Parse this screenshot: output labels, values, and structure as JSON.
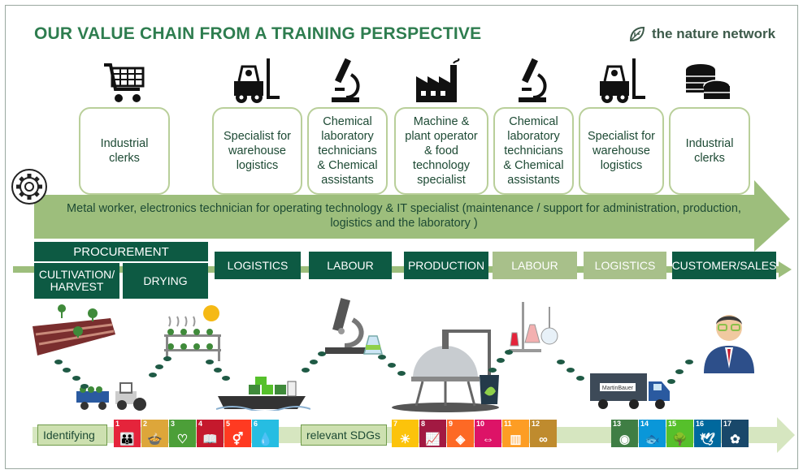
{
  "header": {
    "title": "OUR VALUE CHAIN FROM A TRAINING PERSPECTIVE",
    "brand": "the nature network"
  },
  "roles": [
    {
      "label": "Industrial\nclerks",
      "icon": "shopping-cart-icon"
    },
    {
      "label": "Specialist for\nwarehouse\nlogistics",
      "icon": "forklift-icon"
    },
    {
      "label": "Chemical\nlaboratory\ntechnicians\n& Chemical\nassistants",
      "icon": "microscope-icon"
    },
    {
      "label": "Machine &\nplant operator\n& food\ntechnology\nspecialist",
      "icon": "factory-icon"
    },
    {
      "label": "Chemical\nlaboratory\ntechnicians\n& Chemical\nassistants",
      "icon": "microscope-icon"
    },
    {
      "label": "Specialist for\nwarehouse\nlogistics",
      "icon": "forklift-icon"
    },
    {
      "label": "Industrial\nclerks",
      "icon": "coins-icon"
    }
  ],
  "arrow_text": "Metal worker, electronics technician for operating technology & IT specialist (maintenance / support for administration, production, logistics and the laboratory )",
  "stages": {
    "procurement": "PROCUREMENT",
    "cultivation": "CULTIVATION/\nHARVEST",
    "drying": "DRYING",
    "logistics1": "LOGISTICS",
    "labour1": "LABOUR",
    "production": "PRODUCTION",
    "labour2": "LABOUR",
    "logistics2": "LOGISTICS",
    "customer": "CUSTOMER/SALES"
  },
  "truck_brand": "MartinBauer",
  "sdg_labels": {
    "identifying": "Identifying",
    "relevant": "relevant SDGs"
  },
  "sdgs": [
    {
      "num": "1",
      "color": "#e5243b",
      "glyph": "👪"
    },
    {
      "num": "2",
      "color": "#dda63a",
      "glyph": "🍲"
    },
    {
      "num": "3",
      "color": "#4c9f38",
      "glyph": "♡"
    },
    {
      "num": "4",
      "color": "#c5192d",
      "glyph": "📖"
    },
    {
      "num": "5",
      "color": "#ff3a21",
      "glyph": "⚥"
    },
    {
      "num": "6",
      "color": "#26bde2",
      "glyph": "💧"
    },
    {
      "num": "7",
      "color": "#fcc30b",
      "glyph": "☀"
    },
    {
      "num": "8",
      "color": "#a21942",
      "glyph": "📈"
    },
    {
      "num": "9",
      "color": "#fd6925",
      "glyph": "◈"
    },
    {
      "num": "10",
      "color": "#dd1367",
      "glyph": "⇔"
    },
    {
      "num": "11",
      "color": "#fd9d24",
      "glyph": "▥"
    },
    {
      "num": "12",
      "color": "#bf8b2e",
      "glyph": "∞"
    },
    {
      "num": "13",
      "color": "#3f7e44",
      "glyph": "◉"
    },
    {
      "num": "14",
      "color": "#0a97d9",
      "glyph": "🐟"
    },
    {
      "num": "15",
      "color": "#56c02b",
      "glyph": "🌳"
    },
    {
      "num": "16",
      "color": "#00689d",
      "glyph": "🕊"
    },
    {
      "num": "17",
      "color": "#19486a",
      "glyph": "✿"
    }
  ]
}
